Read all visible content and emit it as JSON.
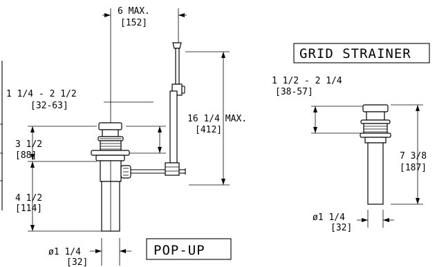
{
  "pop_up": {
    "title": "POP-UP",
    "dims": {
      "max_offset": "6 MAX.",
      "max_offset_mm": "[152]",
      "deck_range": "1 1/4 - 2 1/2",
      "deck_range_mm": "[32-63]",
      "flange_height": "3 1/2",
      "flange_height_mm": "[88]",
      "body_height": "4 1/2",
      "body_height_mm": "[114]",
      "rod_height": "16 1/4 MAX.",
      "rod_height_mm": "[412]",
      "diameter": "ø1 1/4",
      "diameter_mm": "[32]"
    }
  },
  "grid_strainer": {
    "title": "GRID STRAINER",
    "dims": {
      "deck_range": "1 1/2 - 2 1/4",
      "deck_range_mm": "[38-57]",
      "height": "7 3/8",
      "height_mm": "[187]",
      "diameter": "ø1 1/4",
      "diameter_mm": "[32]"
    }
  }
}
